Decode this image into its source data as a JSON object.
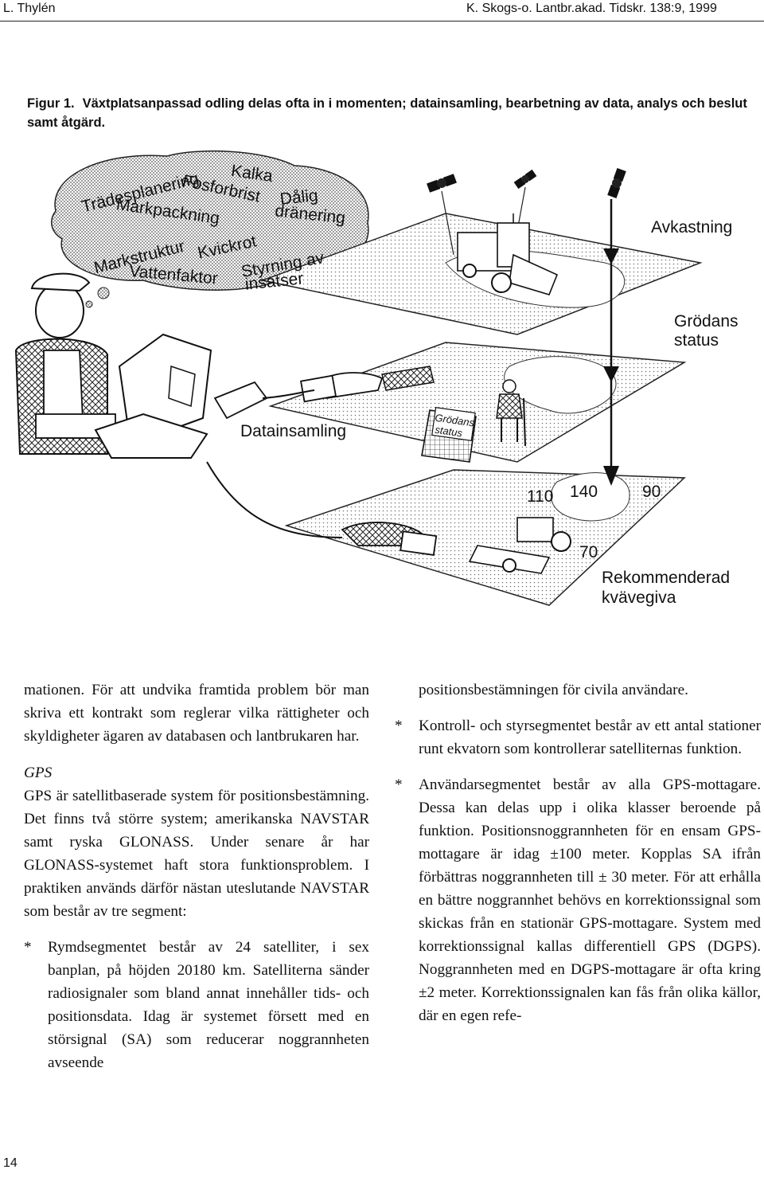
{
  "header": {
    "author": "L. Thylén",
    "journal": "K. Skogs-o. Lantbr.akad. Tidskr. 138:9, 1999"
  },
  "caption": {
    "label": "Figur 1.",
    "text": "Växtplatsanpassad odling delas ofta in i momenten; datainsamling, bearbetning av data, analys och beslut samt åtgärd."
  },
  "figure": {
    "cloud_words": [
      "Trädesplanering",
      "Kalka",
      "Fosforbrist",
      "Dålig",
      "Markpackning",
      "dränering",
      "Markstruktur",
      "Kvickrot",
      "Styrning av",
      "Vattenfaktor",
      "insatser"
    ],
    "labels": {
      "avkastning": "Avkastning",
      "grodans_1": "Grödans",
      "grodans_2": "status",
      "datainsamling": "Datainsamling",
      "sign_1": "Grödans",
      "sign_2": "status",
      "v110": "110",
      "v140": "140",
      "v90": "90",
      "v70": "70",
      "rek_1": "Rekommenderad",
      "rek_2": "kvävegiva"
    }
  },
  "left_column": {
    "p1": "mationen. För att undvika framtida problem bör man skriva ett kontrakt som reglerar vilka rättigheter och skyldigheter ägaren av databasen och lantbrukaren har.",
    "heading": "GPS",
    "p2": "GPS är satellitbaserade system för positionsbestämning. Det finns två större system; amerikanska NAVSTAR samt ryska GLONASS. Under senare år har GLONASS-systemet haft stora funktionsproblem. I praktiken används därför nästan uteslutande NAVSTAR som består av tre segment:",
    "bullet_star": "*",
    "bullet1": "Rymdsegmentet består av 24 satelliter, i sex banplan, på höjden 20180 km. Satelliterna sänder radiosignaler som bland annat innehåller tids- och positionsdata. Idag är systemet försett med en störsignal (SA) som reducerar noggrannheten avseende"
  },
  "right_column": {
    "p_cont": "positionsbestämningen för civila användare.",
    "bullet_star": "*",
    "bullet2": "Kontroll- och styrsegmentet består av ett antal stationer runt ekvatorn som kontrollerar satelliternas funktion.",
    "bullet3": "Användarsegmentet består av alla GPS-mottagare. Dessa kan delas upp i olika klasser beroende på funktion. Positionsnoggrannheten för en ensam GPS-mottagare är idag ±100 meter. Kopplas SA ifrån förbättras noggrannheten till ± 30 meter. För att erhålla en bättre noggrannhet behövs en korrektionssignal som skickas från en stationär GPS-mottagare. System med korrektionssignal kallas differentiell GPS (DGPS). Noggrannheten med en DGPS-mottagare är ofta kring ±2 meter. Korrektionssignalen kan fås från olika källor, där en egen refe-"
  },
  "footer": {
    "page_number": "14"
  }
}
